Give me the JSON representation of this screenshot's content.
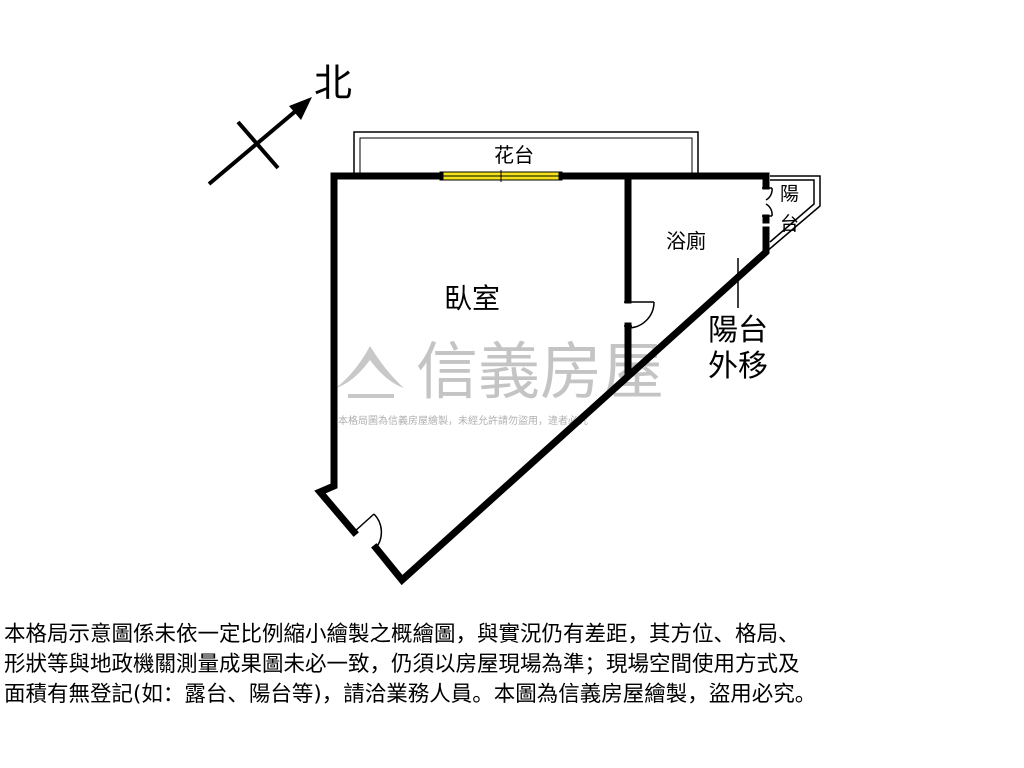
{
  "compass": {
    "north_label": "北"
  },
  "rooms": {
    "planter": "花台",
    "bathroom": "浴廁",
    "bedroom": "臥室",
    "balcony_small": [
      "陽",
      "台"
    ],
    "balcony_moved": [
      "陽台",
      "外移"
    ]
  },
  "watermark": {
    "brand": "信義房屋",
    "notice": "本格局圖為信義房屋繪製，未經允許請勿盜用，違者必究"
  },
  "disclaimer_lines": [
    "本格局示意圖係未依一定比例縮小繪製之概繪圖，與實況仍有差距，其方位、格局、",
    "形狀等與地政機關測量成果圖未必一致，仍須以房屋現場為準；現場空間使用方式及",
    "面積有無登記(如：露台、陽台等)，請洽業務人員。本圖為信義房屋繪製，盜用必究。"
  ],
  "colors": {
    "wall": "#000000",
    "window": "#f2e21a",
    "watermark": "#c4c4c4"
  }
}
